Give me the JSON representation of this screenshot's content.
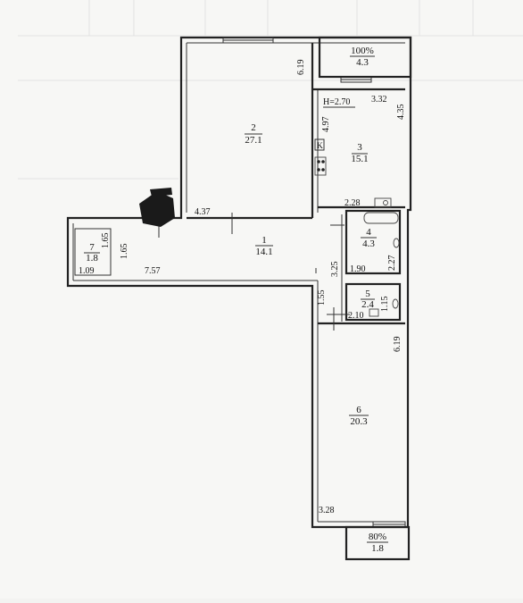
{
  "rooms": [
    {
      "id": "1",
      "number": "1",
      "area": "14.1"
    },
    {
      "id": "2",
      "number": "2",
      "area": "27.1"
    },
    {
      "id": "3",
      "number": "3",
      "area": "15.1"
    },
    {
      "id": "4",
      "number": "4",
      "area": "4.3"
    },
    {
      "id": "5",
      "number": "5",
      "area": "2.4"
    },
    {
      "id": "6",
      "number": "6",
      "area": "20.3"
    },
    {
      "id": "7",
      "number": "7",
      "area": "1.8"
    }
  ],
  "balconies": [
    {
      "coef": "100%",
      "area": "4.3"
    },
    {
      "coef": "80%",
      "area": "1.8"
    }
  ],
  "ceiling_height": "H=2.70",
  "kitchen_mark": "K",
  "dimensions": {
    "room2_height": "6.19",
    "room2_width": "4.37",
    "room3_width": "3.32",
    "room3_left": "4.97",
    "room3_right": "4.35",
    "kitchen_bottom": "2.28",
    "room4_height": "2.27",
    "room4_width": "1.90",
    "hall_pass": "3.25",
    "room7_h1": "1.65",
    "room7_h2": "1.65",
    "room7_width": "1.09",
    "hall_length": "7.57",
    "room5_left": "1.55",
    "room5_right": "1.15",
    "room5_width": "2.10",
    "room6_height": "6.19",
    "room6_width": "3.28"
  }
}
